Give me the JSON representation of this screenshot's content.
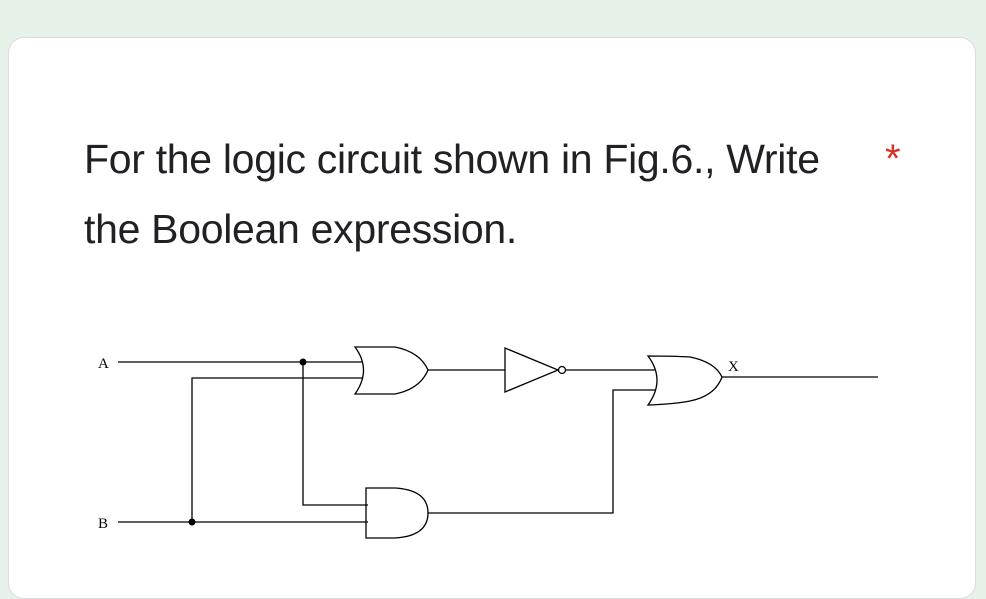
{
  "question": {
    "title": "For the logic circuit shown in Fig.6., Write the Boolean expression.",
    "required_marker": "*",
    "required_color": "#d93025"
  },
  "figure": {
    "input_a": "A",
    "input_b": "B",
    "output": "X",
    "gates": [
      "or-gate",
      "not-gate",
      "and-gate",
      "or-gate"
    ]
  }
}
